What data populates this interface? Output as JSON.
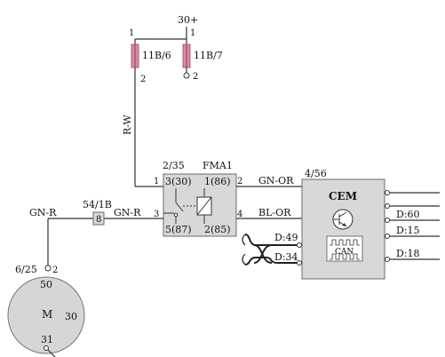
{
  "supply": {
    "label": "30+",
    "pin_left": "1",
    "pin_right": "1"
  },
  "fuses": [
    {
      "label": "11B/6",
      "pin_bottom": "2"
    },
    {
      "label": "11B/7",
      "pin_bottom": "2"
    }
  ],
  "wires": {
    "rw": "R-W",
    "gn_or": "GN-OR",
    "bl_or": "BL-OR",
    "gn_r_left": "GN-R",
    "gn_r_right": "GN-R"
  },
  "relay": {
    "name": "FMA1",
    "ref": "2/35",
    "pins": {
      "p3_30": "3(30)",
      "p1_86": "1(86)",
      "p5_87": "5(87)",
      "p2_85": "2(85)"
    },
    "ext": {
      "left_top": "1",
      "left_mid": "3",
      "right_top": "2",
      "right_mid": "4"
    }
  },
  "cem": {
    "name": "CEM",
    "ref": "4/56",
    "bus": "CAN",
    "lines": {
      "d49": "D:49",
      "d34": "D:34",
      "d60": "D:60",
      "d15": "D:15",
      "d18": "D:18"
    }
  },
  "connector": {
    "ref": "54/1B",
    "pin": "8"
  },
  "motor": {
    "label": "M",
    "ref": "6/25",
    "pin_in": "2",
    "pin_top": "50",
    "pin_right": "30",
    "pin_bottom": "31"
  },
  "colors": {
    "fuse": "#d98aa6",
    "fuse_stroke": "#b05878",
    "box_fill": "#d8d8d8",
    "box_stroke": "#6b6b6b",
    "wire": "#333333",
    "motor_fill": "#d6d6d6"
  }
}
